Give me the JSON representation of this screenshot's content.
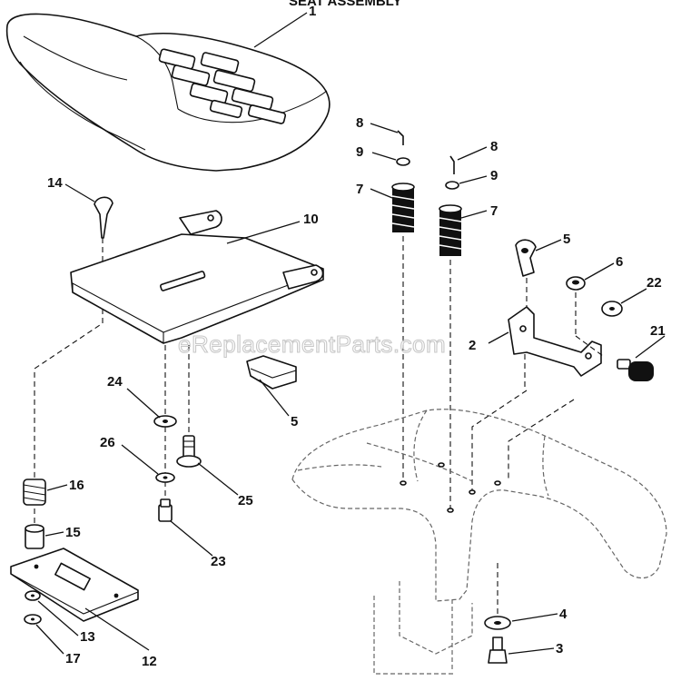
{
  "header_text": "SEAT ASSEMBLY",
  "watermark": "eReplacementParts.com",
  "callouts": {
    "seat": "1",
    "seat_pan": "10",
    "knob_14": "14",
    "bolt_8_left": "8",
    "bolt_8_right": "8",
    "washer_9_left": "9",
    "washer_9_right": "9",
    "spring_7_left": "7",
    "spring_7_right": "7",
    "latch_5_right": "5",
    "nut_6": "6",
    "washer_22": "22",
    "bracket_2": "2",
    "knob_21": "21",
    "clip_5_left": "5",
    "washer_24": "24",
    "washer_26": "26",
    "bolt_25": "25",
    "bolt_23": "23",
    "spring_16": "16",
    "bushing_15": "15",
    "rail_12": "12",
    "washer_13": "13",
    "washer_17": "17",
    "washer_4": "4",
    "bolt_3": "3"
  }
}
